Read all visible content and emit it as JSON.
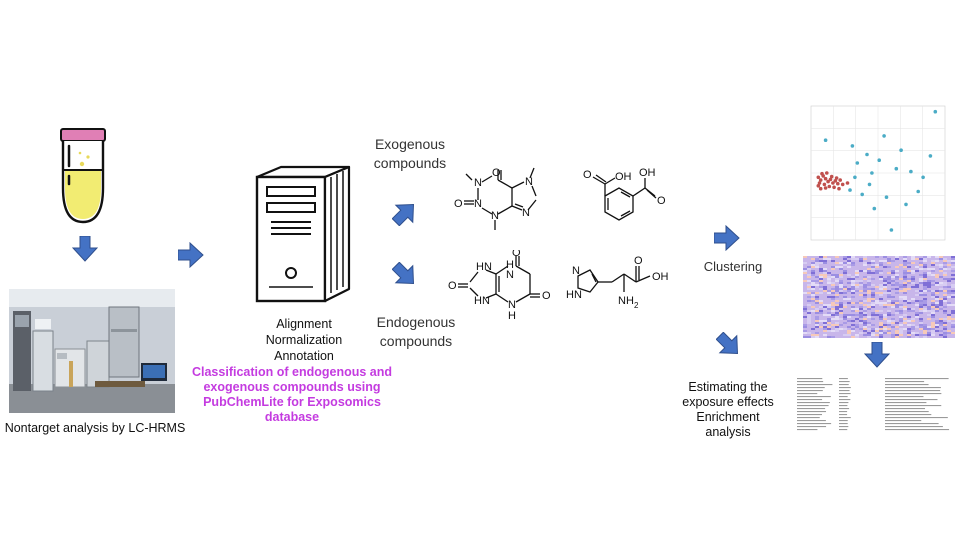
{
  "labels": {
    "lcms": "Nontarget analysis by LC-HRMS",
    "processing": [
      "Alignment",
      "Normalization",
      "Annotation"
    ],
    "classification": [
      "Classification of endogenous and",
      "exogenous compounds using",
      "PubChemLite for Exposomics",
      "database"
    ],
    "exogenous": [
      "Exogenous",
      "compounds"
    ],
    "endogenous": [
      "Endogenous",
      "compounds"
    ],
    "clustering": "Clustering",
    "estimating": [
      "Estimating the",
      "exposure effects",
      "Enrichment",
      "analysis"
    ]
  },
  "atoms": {
    "O": "O",
    "N": "N",
    "OH": "OH",
    "HN": "HN",
    "H": "H",
    "NH2": "NH",
    "sub2": "2"
  },
  "chart_data": {
    "type": "scatter",
    "series": [
      {
        "color": "#c0504d",
        "points": [
          [
            -1.2,
            0.6
          ],
          [
            -1.1,
            0.4
          ],
          [
            -1.0,
            0.7
          ],
          [
            -0.9,
            0.5
          ],
          [
            -0.8,
            0.3
          ],
          [
            -1.15,
            0.2
          ],
          [
            -0.95,
            0.1
          ],
          [
            -0.7,
            0.45
          ],
          [
            -0.6,
            0.2
          ],
          [
            -1.05,
            0.85
          ],
          [
            -0.85,
            0.9
          ],
          [
            -0.5,
            0.35
          ],
          [
            -0.4,
            0.15
          ],
          [
            -1.2,
            0.0
          ],
          [
            -0.75,
            -0.05
          ],
          [
            -0.3,
            0.4
          ],
          [
            -0.2,
            0.1
          ],
          [
            -0.55,
            -0.1
          ],
          [
            -0.9,
            -0.15
          ],
          [
            -1.1,
            -0.2
          ],
          [
            -0.65,
            0.65
          ],
          [
            -0.45,
            0.55
          ],
          [
            -0.35,
            -0.2
          ],
          [
            0.0,
            0.2
          ]
        ]
      },
      {
        "color": "#4bacc6",
        "points": [
          [
            -0.9,
            3.2
          ],
          [
            0.2,
            2.8
          ],
          [
            0.8,
            2.2
          ],
          [
            1.5,
            3.5
          ],
          [
            2.0,
            1.2
          ],
          [
            2.6,
            1.0
          ],
          [
            2.2,
            2.5
          ],
          [
            3.1,
            0.6
          ],
          [
            0.4,
            1.6
          ],
          [
            1.0,
            0.9
          ],
          [
            0.1,
            -0.3
          ],
          [
            0.6,
            -0.6
          ],
          [
            1.6,
            -0.8
          ],
          [
            2.4,
            -1.3
          ],
          [
            3.4,
            2.1
          ],
          [
            3.6,
            5.2
          ],
          [
            1.8,
            -3.1
          ],
          [
            0.9,
            0.1
          ],
          [
            1.3,
            1.8
          ],
          [
            2.9,
            -0.4
          ],
          [
            0.3,
            0.6
          ],
          [
            1.1,
            -1.6
          ]
        ]
      }
    ],
    "xlim": [
      -1.5,
      4.0
    ],
    "ylim": [
      -3.8,
      5.6
    ],
    "grid": true
  }
}
